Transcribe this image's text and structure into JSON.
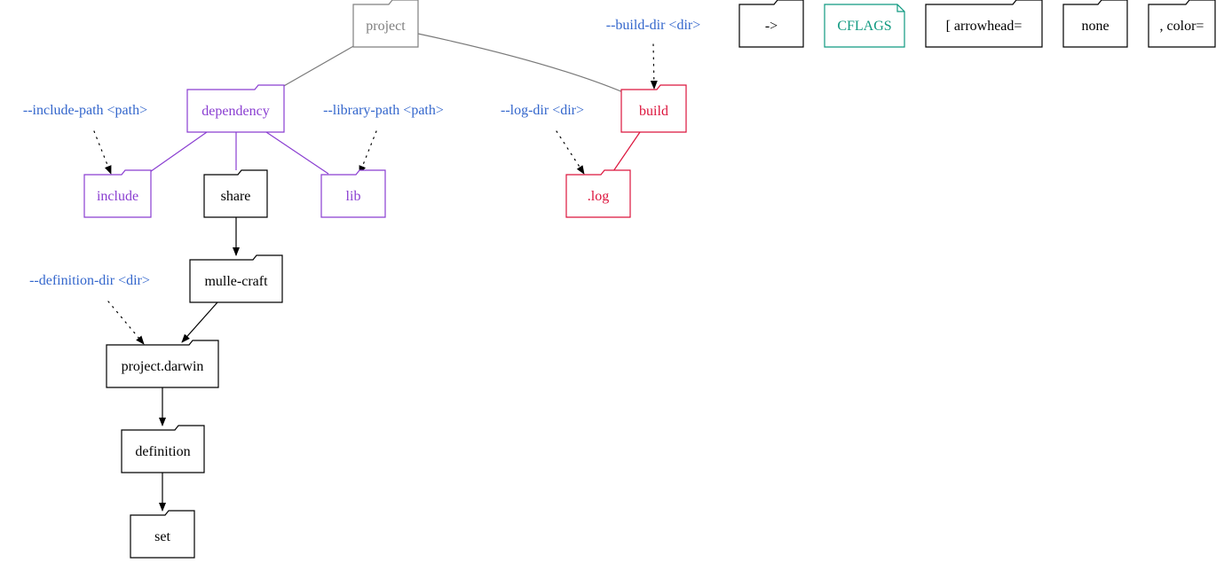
{
  "colors": {
    "gray": "#7f7f7f",
    "edge_gray": "#7a7a7a",
    "purple": "#8a3ed1",
    "red": "#dc143c",
    "blue": "#3366cc",
    "teal": "#0f9980",
    "black": "#000000"
  },
  "nodes": {
    "project": {
      "label": "project",
      "shape": "folder",
      "color": "gray"
    },
    "dependency": {
      "label": "dependency",
      "shape": "folder",
      "color": "purple"
    },
    "include": {
      "label": "include",
      "shape": "folder",
      "color": "purple"
    },
    "share": {
      "label": "share",
      "shape": "folder",
      "color": "black"
    },
    "lib": {
      "label": "lib",
      "shape": "folder",
      "color": "purple"
    },
    "build": {
      "label": "build",
      "shape": "folder",
      "color": "red"
    },
    "log": {
      "label": ".log",
      "shape": "folder",
      "color": "red"
    },
    "mulle_craft": {
      "label": "mulle-craft",
      "shape": "folder",
      "color": "black"
    },
    "project_darwin": {
      "label": "project.darwin",
      "shape": "folder",
      "color": "black"
    },
    "definition": {
      "label": "definition",
      "shape": "folder",
      "color": "black"
    },
    "set": {
      "label": "set",
      "shape": "folder",
      "color": "black"
    },
    "arrow_token": {
      "label": "->",
      "shape": "folder",
      "color": "black"
    },
    "cflags": {
      "label": "CFLAGS",
      "shape": "note",
      "color": "teal"
    },
    "arrowhead_token": {
      "label": "[ arrowhead=",
      "shape": "folder",
      "color": "black"
    },
    "none_token": {
      "label": "none",
      "shape": "folder",
      "color": "black"
    },
    "color_token": {
      "label": ", color=",
      "shape": "folder",
      "color": "black"
    }
  },
  "options": {
    "build_dir": {
      "label": "--build-dir <dir>",
      "color": "blue"
    },
    "include_path": {
      "label": "--include-path <path>",
      "color": "blue"
    },
    "library_path": {
      "label": "--library-path <path>",
      "color": "blue"
    },
    "log_dir": {
      "label": "--log-dir <dir>",
      "color": "blue"
    },
    "definition_dir": {
      "label": "--definition-dir <dir>",
      "color": "blue"
    }
  },
  "edges": [
    {
      "from": "project",
      "to": "dependency",
      "style": "solid",
      "arrow": false,
      "color": "edge_gray"
    },
    {
      "from": "project",
      "to": "build",
      "style": "solid",
      "arrow": false,
      "color": "edge_gray"
    },
    {
      "from": "dependency",
      "to": "include",
      "style": "solid",
      "arrow": false,
      "color": "purple"
    },
    {
      "from": "dependency",
      "to": "share",
      "style": "solid",
      "arrow": false,
      "color": "purple"
    },
    {
      "from": "dependency",
      "to": "lib",
      "style": "solid",
      "arrow": false,
      "color": "purple"
    },
    {
      "from": "build",
      "to": "log",
      "style": "solid",
      "arrow": false,
      "color": "red"
    },
    {
      "from": "share",
      "to": "mulle_craft",
      "style": "solid",
      "arrow": true,
      "color": "black"
    },
    {
      "from": "mulle_craft",
      "to": "project_darwin",
      "style": "solid",
      "arrow": true,
      "color": "black"
    },
    {
      "from": "project_darwin",
      "to": "definition",
      "style": "solid",
      "arrow": true,
      "color": "black"
    },
    {
      "from": "definition",
      "to": "set",
      "style": "solid",
      "arrow": true,
      "color": "black"
    },
    {
      "from": "build_dir",
      "to": "build",
      "style": "dotted",
      "arrow": true,
      "color": "black"
    },
    {
      "from": "include_path",
      "to": "include",
      "style": "dotted",
      "arrow": true,
      "color": "black"
    },
    {
      "from": "library_path",
      "to": "lib",
      "style": "dotted",
      "arrow": true,
      "color": "black"
    },
    {
      "from": "log_dir",
      "to": "log",
      "style": "dotted",
      "arrow": true,
      "color": "black"
    },
    {
      "from": "definition_dir",
      "to": "project_darwin",
      "style": "dotted",
      "arrow": true,
      "color": "black"
    }
  ]
}
